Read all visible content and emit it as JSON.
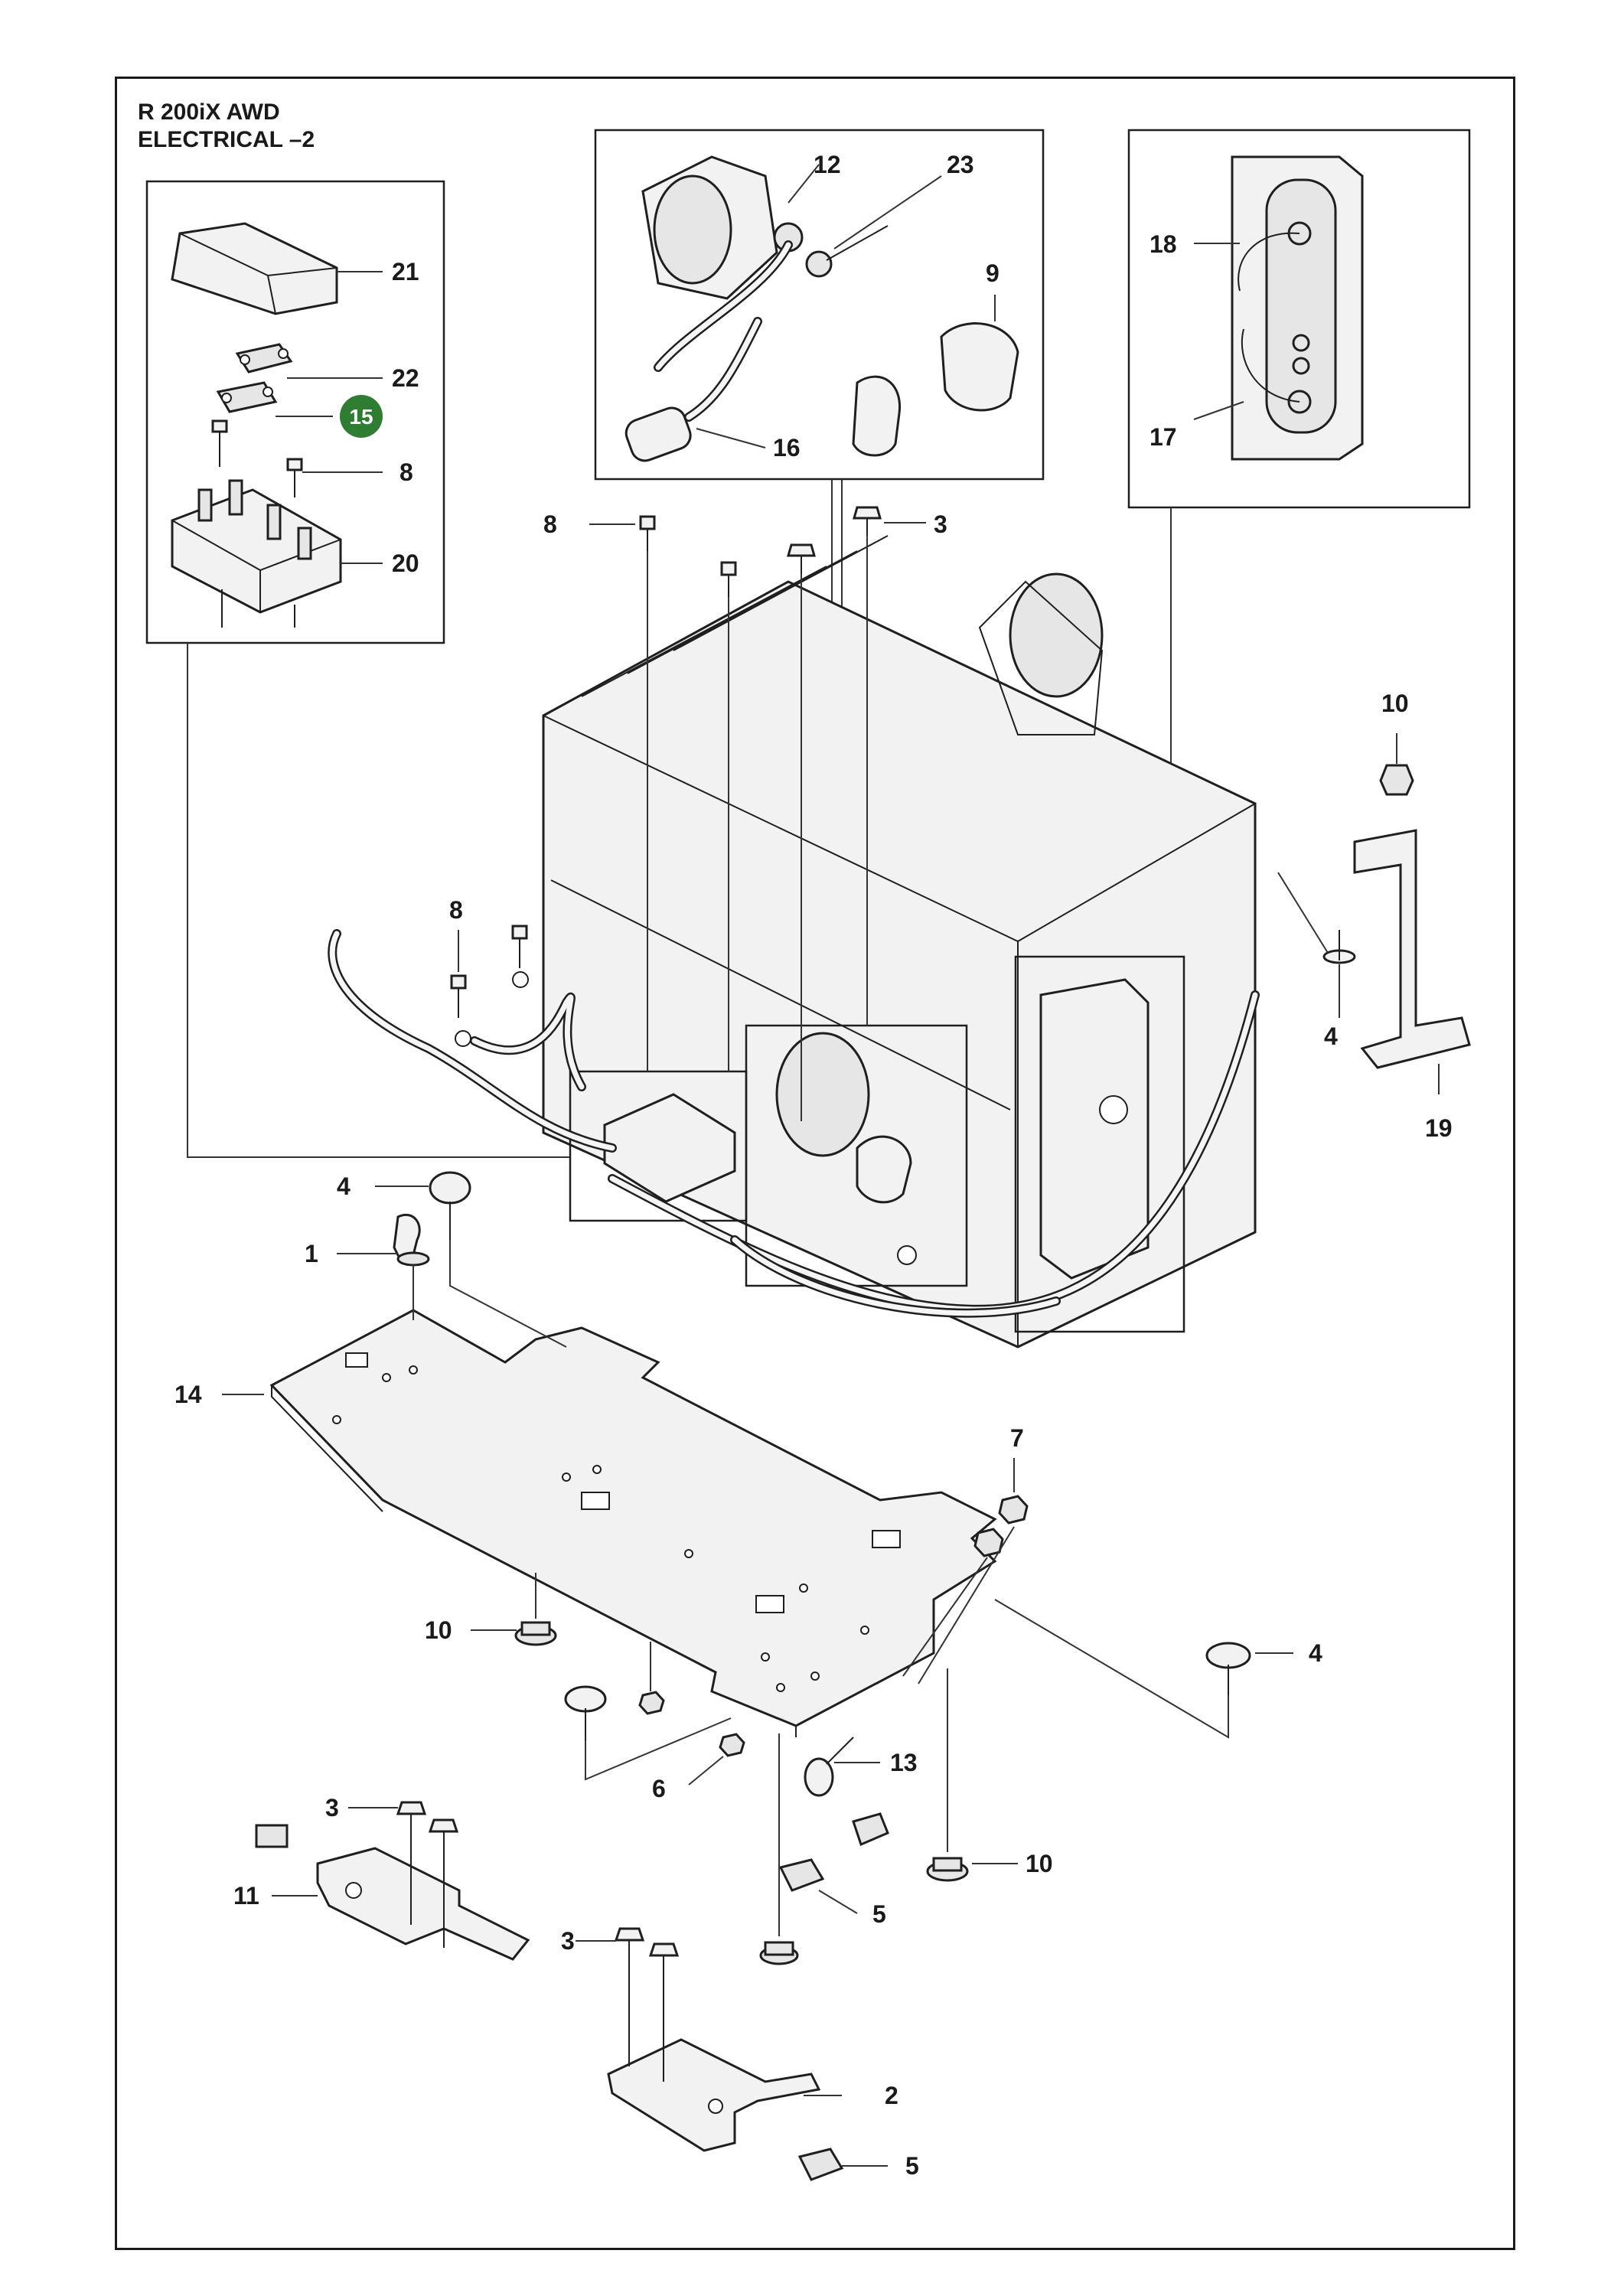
{
  "title": {
    "line1": "R 200iX AWD",
    "line2": "ELECTRICAL –2"
  },
  "highlight": {
    "label": "15",
    "color": "#2e7d32"
  },
  "callouts": {
    "c21": "21",
    "c22": "22",
    "c15": "15",
    "c8a": "8",
    "c20": "20",
    "c12": "12",
    "c23": "23",
    "c9": "9",
    "c16": "16",
    "c18": "18",
    "c17": "17",
    "c8b": "8",
    "c3a": "3",
    "c10a": "10",
    "c8c": "8",
    "c4a": "4",
    "c19": "19",
    "c4b": "4",
    "c1": "1",
    "c14": "14",
    "c7": "7",
    "c10b": "10",
    "c4c": "4",
    "c6": "6",
    "c13": "13",
    "c3b": "3",
    "c11": "11",
    "c10c": "10",
    "c5a": "5",
    "c3c": "3",
    "c2": "2",
    "c5b": "5"
  }
}
